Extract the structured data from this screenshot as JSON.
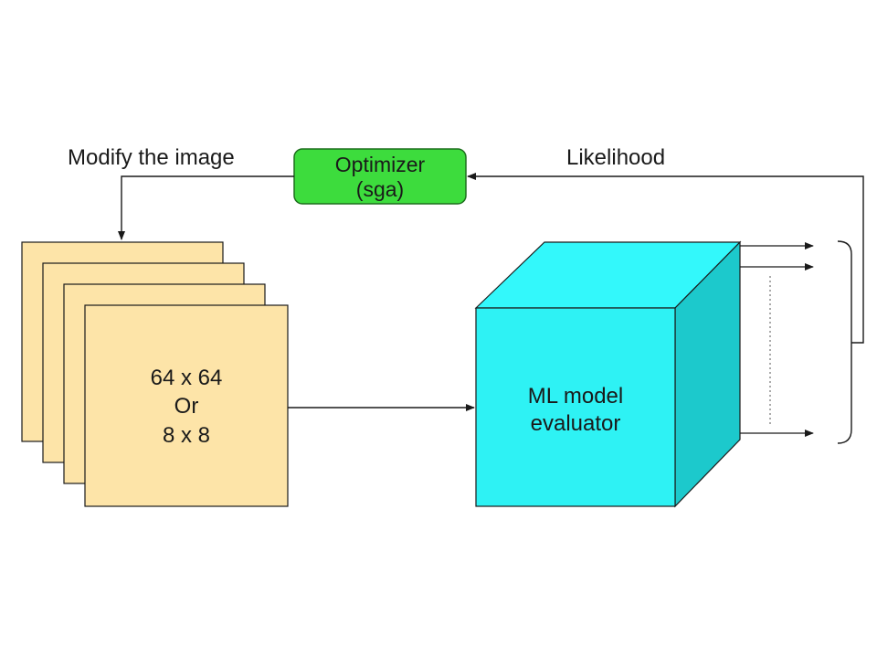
{
  "labels": {
    "modify": "Modify the image",
    "likelihood": "Likelihood"
  },
  "optimizer": {
    "line1": "Optimizer",
    "line2": "(sga)"
  },
  "image_stack": {
    "line1": "64 x 64",
    "line2": "Or",
    "line3": "8 x 8"
  },
  "model": {
    "line1": "ML model",
    "line2": "evaluator"
  },
  "colors": {
    "image_fill": "#fde4a8",
    "optimizer_fill": "#3ddc3d",
    "cube_front": "#2ef2f4",
    "cube_top": "#33f8fb",
    "cube_side": "#1cc9cc",
    "line": "#1a1a1a"
  }
}
